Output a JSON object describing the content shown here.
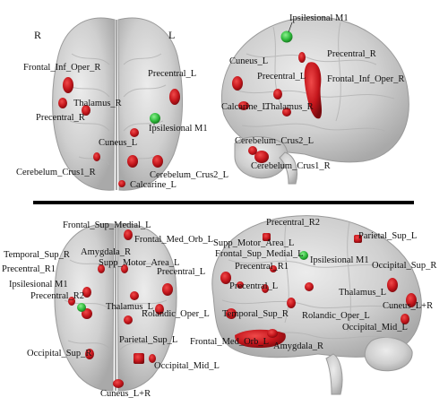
{
  "colors": {
    "brain": "#c8c8c8",
    "region": "#c3151b",
    "seed": "#2db83a",
    "divider": "#000000",
    "text": "#111111"
  },
  "top": {
    "orientation": {
      "right": "R",
      "left": "L"
    },
    "labels": {
      "frontal_inf_oper_r": "Frontal_Inf_Oper_R",
      "precentral_left_panel": "Precentral_L",
      "thalamus_r": "Thalamus_R",
      "precentral_r": "Precentral_R",
      "ipsilesional_m1": "Ipsilesional M1",
      "cuneus_l": "Cuneus_L",
      "cerebelum_crus1_r": "Cerebelum_Crus1_R",
      "cerebelum_crus2_l": "Cerebelum_Crus2_L",
      "calcarine_l": "Calcarine_L",
      "ipsilesional_m1_side": "Ipsilesional M1",
      "cuneus_l_side": "Cuneus_L",
      "precentral_r_side": "Precentral_R",
      "precentral_l_side": "Precentral_L",
      "frontal_inf_oper_r_side": "Frontal_Inf_Oper_R",
      "calcarine_l_side": "Calcarine_L",
      "thalamus_r_side": "Thalamus_R",
      "cerebelum_crus2_l_side": "Cerebelum_Crus2_L",
      "cerebelum_crus1_r_side": "Cerebelum_Crus1_R"
    }
  },
  "bottom": {
    "labels": {
      "frontal_sup_medial_l": "Frontal_Sup_Medial_L",
      "frontal_med_orb_l": "Frontal_Med_Orb_L",
      "amygdala_r": "Amygdala_R",
      "temporal_sup_r": "Temporal_Sup_R",
      "supp_motor_area_l": "Supp_Motor_Area_L",
      "precentral_l": "Precentral_L",
      "precentral_r1": "Precentral_R1",
      "ipsilesional_m1": "Ipsilesional M1",
      "precentral_r2": "Precentral_R2",
      "thalamus_l": "Thalamus_L",
      "rolandic_oper_l": "Rolandic_Oper_L",
      "parietal_sup_l": "Parietal_Sup_L",
      "occipital_sup_r": "Occipital_Sup_R",
      "occipital_mid_l": "Occipital_Mid_L",
      "cuneus_lr": "Cuneus_L+R",
      "precentral_r2_side": "Precentral_R2",
      "parietal_sup_l_side": "Parietal_Sup_L",
      "supp_motor_area_l_side": "Supp_Motor_Area_L",
      "frontal_sup_medial_l_side": "Frontal_Sup_Medial_L",
      "ipsilesional_m1_side": "Ipsilesional M1",
      "occipital_sup_r_side": "Occipital_Sup_R",
      "precentral_r1_side": "Precentral_R1",
      "precentral_l_side": "Precentral_L",
      "thalamus_l_side": "Thalamus_L",
      "cuneus_lr_side": "Cuneus_L+R",
      "temporal_sup_r_side": "Temporal_Sup_R",
      "rolandic_oper_l_side": "Rolandic_Oper_L",
      "occipital_mid_l_side": "Occipital_Mid_L",
      "frontal_med_orb_l_side": "Frontal_Med_Orb_L",
      "amygdala_r_side": "Amygdala_R"
    }
  }
}
